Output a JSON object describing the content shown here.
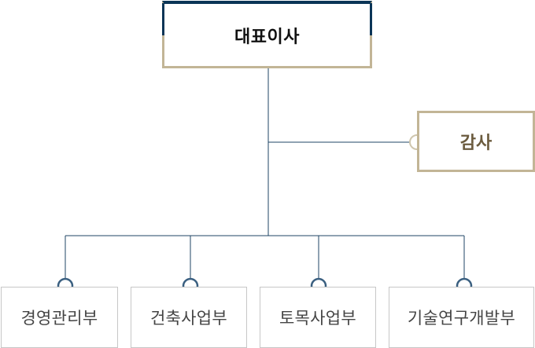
{
  "org": {
    "ceo": "대표이사",
    "auditor": "감사",
    "departments": [
      {
        "label": "경영관리부"
      },
      {
        "label": "건축사업부"
      },
      {
        "label": "토목사업부"
      },
      {
        "label": "기술연구개발부"
      }
    ]
  },
  "colors": {
    "navy": "#0b3557",
    "beige": "#c2b596",
    "connector": "#1f4566",
    "node_ring": "#3a5f80",
    "auditor_ring": "#cfc6ae",
    "dept_border": "#c7c7c7"
  }
}
